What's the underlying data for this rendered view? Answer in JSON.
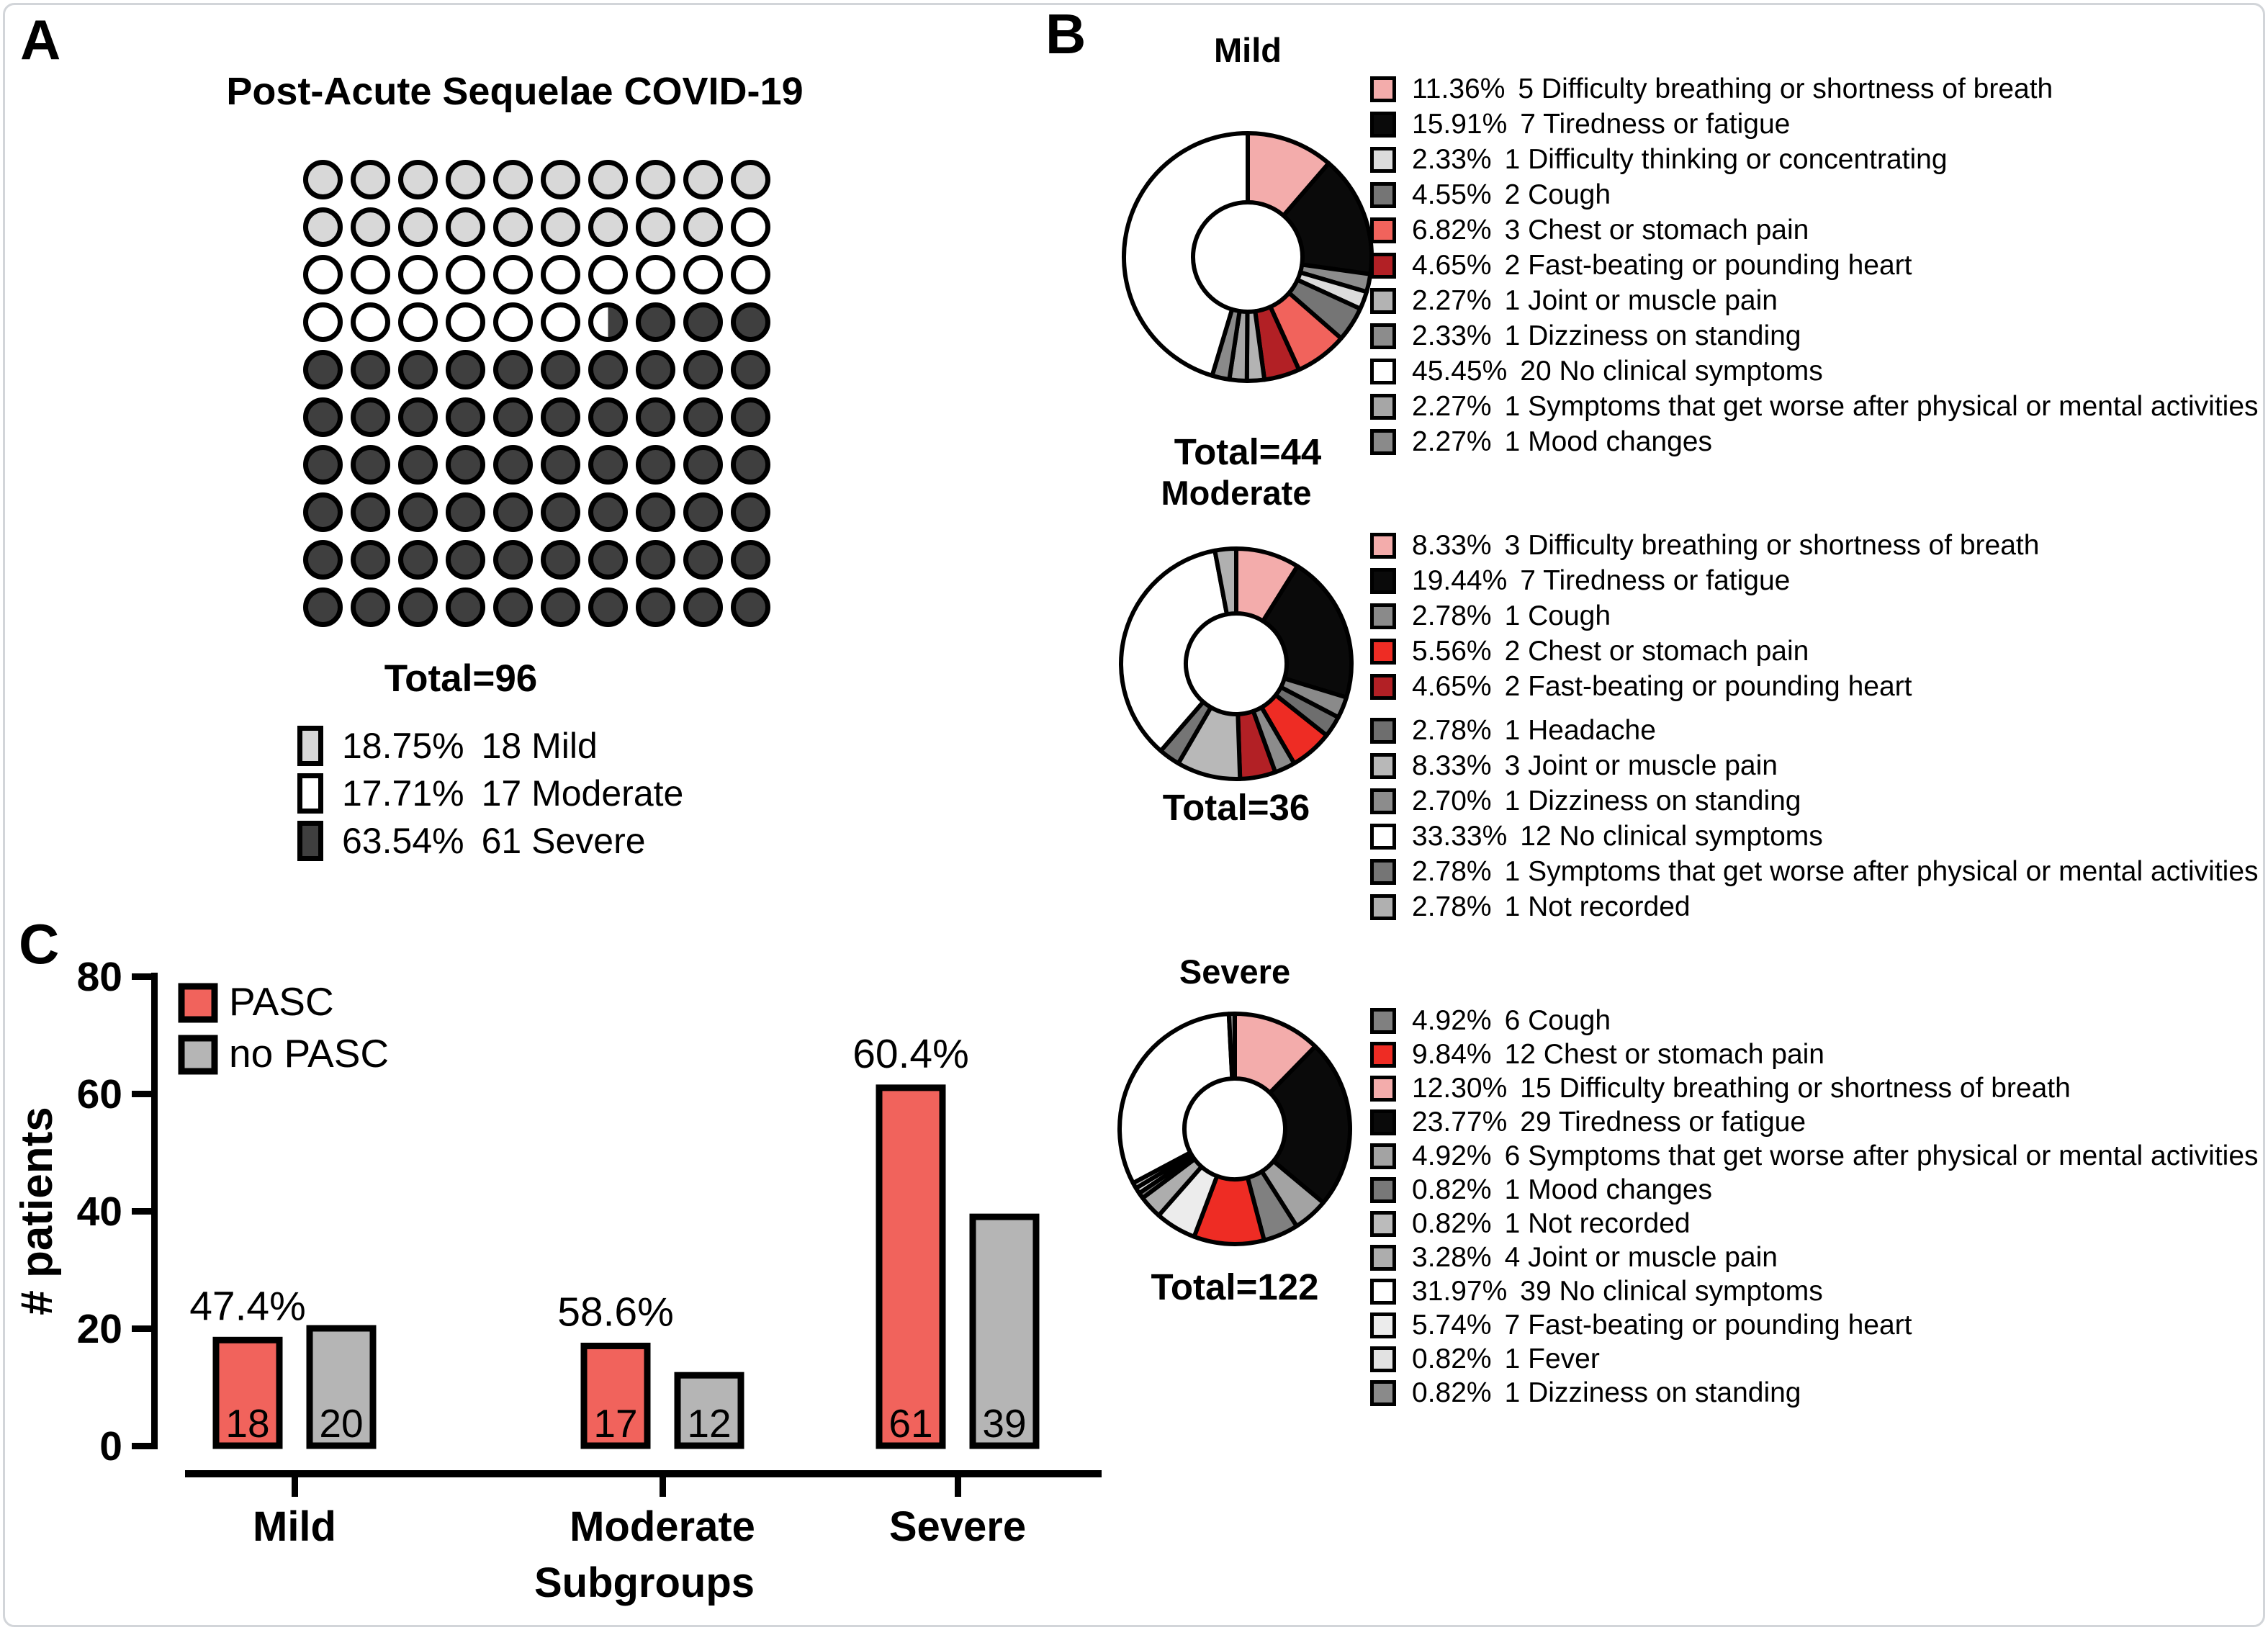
{
  "panel_labels": {
    "a": "A",
    "b": "B",
    "c": "C"
  },
  "chart_data": [
    {
      "type": "waffle",
      "title": "Post-Acute Sequelae COVID-19",
      "total_label": "Total=96",
      "rows": 10,
      "cols": 10,
      "categories": [
        "Mild",
        "Moderate",
        "Severe"
      ],
      "values": [
        18,
        17,
        61
      ],
      "pct_labels": [
        "18.75%",
        "17.71%",
        "63.54%"
      ],
      "colors": [
        "#D8D8D8",
        "#FFFFFF",
        "#3F3F3F"
      ],
      "grid_pattern": [
        "LLLLLLLLLL",
        "LLLLLLLLLW",
        "WWWWWWWWWW",
        "WWWWWWHSSS",
        "SSSSSSSSSS",
        "SSSSSSSSSS",
        "SSSSSSSSSS",
        "SSSSSSSSSS",
        "SSSSSSSSSS",
        "SSSSSSSSSS"
      ]
    },
    {
      "type": "pie",
      "title": "Mild",
      "total_label": "Total=44",
      "legend_position": "right",
      "slices": [
        {
          "pct": "11.36%",
          "count": 5,
          "label": "Difficulty breathing or shortness of breath",
          "color": "#F3ACAB"
        },
        {
          "pct": "15.91%",
          "count": 7,
          "label": "Tiredness or fatigue",
          "color": "#0A0A0A"
        },
        {
          "pct": "2.33%",
          "count": 1,
          "label": "Difficulty thinking or concentrating",
          "color": "#DCDCDC"
        },
        {
          "pct": "4.55%",
          "count": 2,
          "label": "Cough",
          "color": "#757575"
        },
        {
          "pct": "6.82%",
          "count": 3,
          "label": "Chest or stomach pain",
          "color": "#F1635C"
        },
        {
          "pct": "4.65%",
          "count": 2,
          "label": "Fast-beating or pounding heart",
          "color": "#B22025"
        },
        {
          "pct": "2.27%",
          "count": 1,
          "label": "Joint or muscle pain",
          "color": "#B3B3B3"
        },
        {
          "pct": "2.33%",
          "count": 1,
          "label": "Dizziness on standing",
          "color": "#8C8C8C"
        },
        {
          "pct": "45.45%",
          "count": 20,
          "label": "No clinical symptoms",
          "color": "#FFFFFF"
        },
        {
          "pct": "2.27%",
          "count": 1,
          "label": "Symptoms that get worse after physical or mental activities",
          "color": "#A6A6A6"
        },
        {
          "pct": "2.27%",
          "count": 1,
          "label": "Mood changes",
          "color": "#8A8A8A"
        }
      ],
      "draw_order": [
        0,
        1,
        7,
        2,
        3,
        4,
        5,
        6,
        9,
        10,
        8
      ]
    },
    {
      "type": "pie",
      "title": "Moderate",
      "total_label": "Total=36",
      "legend_position": "right",
      "slices": [
        {
          "pct": "8.33%",
          "count": 3,
          "label": "Difficulty breathing or shortness of breath",
          "color": "#F3ACAB"
        },
        {
          "pct": "19.44%",
          "count": 7,
          "label": "Tiredness or fatigue",
          "color": "#0A0A0A"
        },
        {
          "pct": "2.78%",
          "count": 1,
          "label": "Cough",
          "color": "#8A8A8A"
        },
        {
          "pct": "5.56%",
          "count": 2,
          "label": "Chest or stomach pain",
          "color": "#EE2C24"
        },
        {
          "pct": "4.65%",
          "count": 2,
          "label": "Fast-beating or pounding heart",
          "color": "#B22025"
        },
        {
          "pct": "2.78%",
          "count": 1,
          "label": "Headache",
          "color": "#6E6E6E"
        },
        {
          "pct": "8.33%",
          "count": 3,
          "label": "Joint or muscle pain",
          "color": "#B8B8B8"
        },
        {
          "pct": "2.70%",
          "count": 1,
          "label": "Dizziness on standing",
          "color": "#8C8C8C"
        },
        {
          "pct": "33.33%",
          "count": 12,
          "label": "No clinical symptoms",
          "color": "#FFFFFF"
        },
        {
          "pct": "2.78%",
          "count": 1,
          "label": "Symptoms that get worse after physical or mental activities",
          "color": "#757575"
        },
        {
          "pct": "2.78%",
          "count": 1,
          "label": "Not recorded",
          "color": "#B0B0B0"
        }
      ],
      "draw_order": [
        0,
        1,
        2,
        5,
        3,
        7,
        4,
        6,
        9,
        8,
        10
      ]
    },
    {
      "type": "pie",
      "title": "Severe",
      "total_label": "Total=122",
      "legend_position": "right",
      "slices": [
        {
          "pct": "4.92%",
          "count": 6,
          "label": "Cough",
          "color": "#808080"
        },
        {
          "pct": "9.84%",
          "count": 12,
          "label": "Chest or stomach pain",
          "color": "#EE2C24"
        },
        {
          "pct": "12.30%",
          "count": 15,
          "label": "Difficulty breathing or shortness of breath",
          "color": "#F3ACAB"
        },
        {
          "pct": "23.77%",
          "count": 29,
          "label": "Tiredness or fatigue",
          "color": "#0A0A0A"
        },
        {
          "pct": "4.92%",
          "count": 6,
          "label": "Symptoms that get worse after physical or mental activities",
          "color": "#A3A3A3"
        },
        {
          "pct": "0.82%",
          "count": 1,
          "label": "Mood changes",
          "color": "#787878"
        },
        {
          "pct": "0.82%",
          "count": 1,
          "label": "Not recorded",
          "color": "#BBBBBB"
        },
        {
          "pct": "3.28%",
          "count": 4,
          "label": "Joint or muscle pain",
          "color": "#ADADAD"
        },
        {
          "pct": "31.97%",
          "count": 39,
          "label": "No clinical symptoms",
          "color": "#FFFFFF"
        },
        {
          "pct": "5.74%",
          "count": 7,
          "label": "Fast-beating or pounding heart",
          "color": "#ECECEC"
        },
        {
          "pct": "0.82%",
          "count": 1,
          "label": "Fever",
          "color": "#E2E2E2"
        },
        {
          "pct": "0.82%",
          "count": 1,
          "label": "Dizziness on standing",
          "color": "#8A8A8A"
        }
      ],
      "draw_order": [
        2,
        3,
        4,
        0,
        1,
        9,
        7,
        5,
        10,
        6,
        8,
        11
      ]
    },
    {
      "type": "bar",
      "categories": [
        "Mild",
        "Moderate",
        "Severe"
      ],
      "series": [
        {
          "name": "PASC",
          "color": "#F1635C",
          "values": [
            18,
            17,
            61
          ]
        },
        {
          "name": "no PASC",
          "color": "#B5B5B5",
          "values": [
            20,
            12,
            39
          ]
        }
      ],
      "annotations": [
        "47.4%",
        "58.6%",
        "60.4%"
      ],
      "ylabel": "# patients",
      "xlabel": "Subgroups",
      "yticks": [
        0,
        20,
        40,
        60,
        80
      ],
      "ylim": [
        0,
        80
      ],
      "grid": false,
      "legend_position": "top-left"
    }
  ]
}
